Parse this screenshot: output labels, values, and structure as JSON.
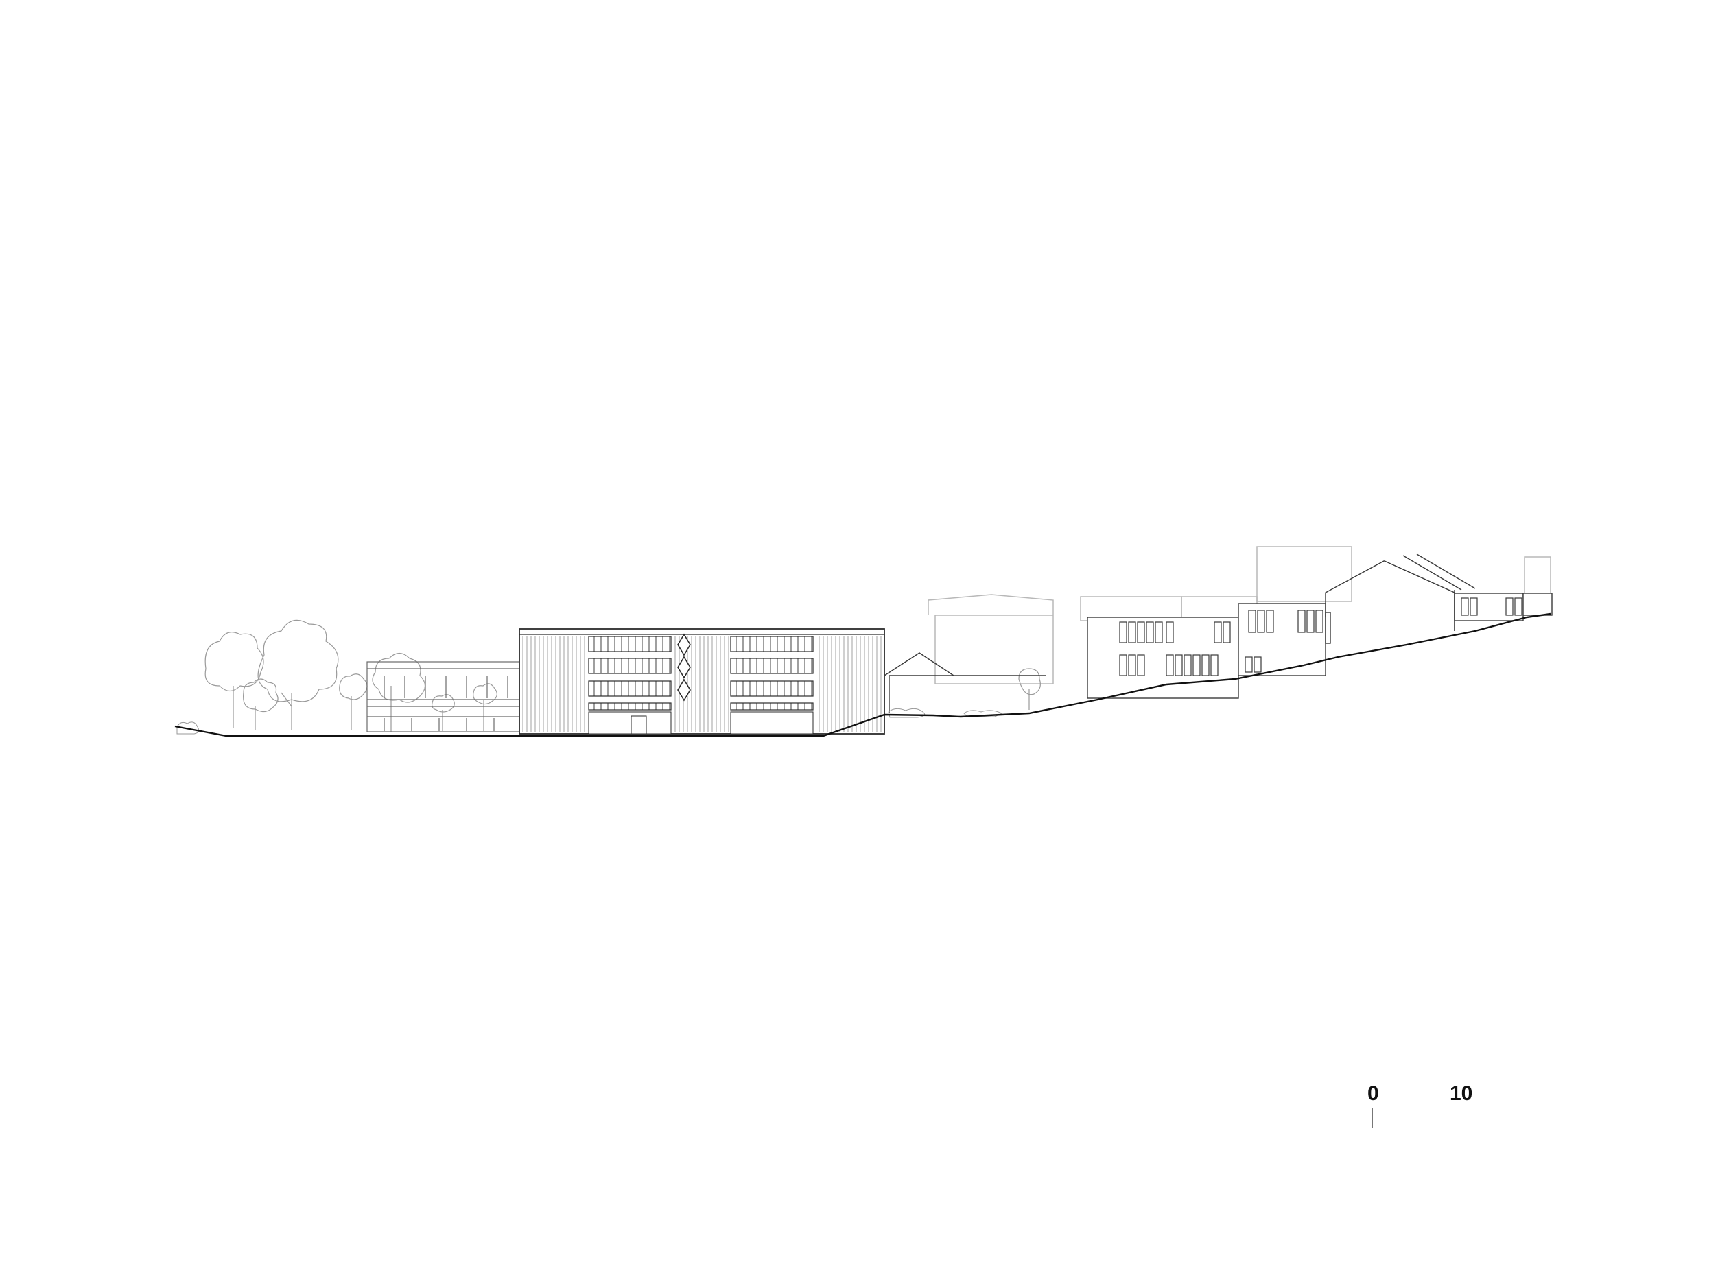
{
  "drawing": {
    "type": "architectural-elevation",
    "colors": {
      "line": "#2b2b2b",
      "light_line": "#b8b8b8",
      "ground": "#111111",
      "tree": "#9a9a9a",
      "background": "#ffffff"
    }
  },
  "scale_bar": {
    "start_label": "0",
    "end_label": "10"
  }
}
